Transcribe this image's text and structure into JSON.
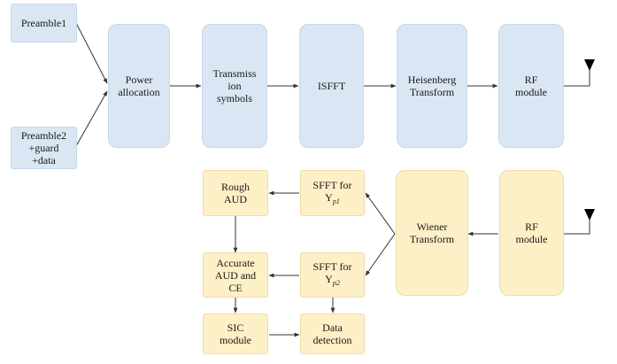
{
  "tx": {
    "preamble1": "Preamble1",
    "preamble2": "Preamble2\n+guard\n+data",
    "power_allocation": "Power\nallocation",
    "transmission_symbols": "Transmiss\nion\nsymbols",
    "isfft": "ISFFT",
    "heisenberg": "Heisenberg\nTransform",
    "rf_module": "RF\nmodule"
  },
  "rx": {
    "rf_module": "RF\nmodule",
    "wiener": "Wiener\nTransform",
    "sfft_p1_prefix": "SFFT for\nY",
    "sfft_p1_sub": "p1",
    "sfft_p2_prefix": "SFFT for\nY",
    "sfft_p2_sub": "p2",
    "rough_aud": "Rough\nAUD",
    "accurate_aud": "Accurate\nAUD and\nCE",
    "sic_module": "SIC\nmodule",
    "data_detection": "Data\ndetection"
  },
  "colors": {
    "tx_box": "#dae6f3",
    "rx_box": "#fdefc6",
    "arrow": "#333333"
  }
}
